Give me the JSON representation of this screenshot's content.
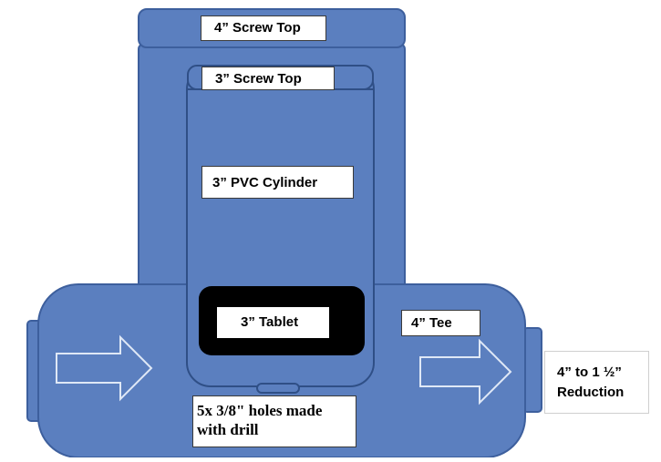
{
  "diagram": {
    "colors": {
      "pipe_fill": "#5b7fbf",
      "pipe_stroke": "#3d5f9d",
      "tablet_fill": "#000000",
      "label_bg": "#ffffff"
    },
    "labels": {
      "screw_top_4": "4” Screw Top",
      "screw_top_3": "3” Screw Top",
      "pvc_cylinder": "3” PVC Cylinder",
      "tablet": "3” Tablet",
      "tee": "4” Tee",
      "reduction_line1": "4” to 1 ½”",
      "reduction_line2": "Reduction",
      "holes_line1": "5x 3/8\" holes made",
      "holes_line2": "with drill"
    },
    "flow_arrows": [
      "arrow-icon",
      "arrow-icon"
    ]
  }
}
